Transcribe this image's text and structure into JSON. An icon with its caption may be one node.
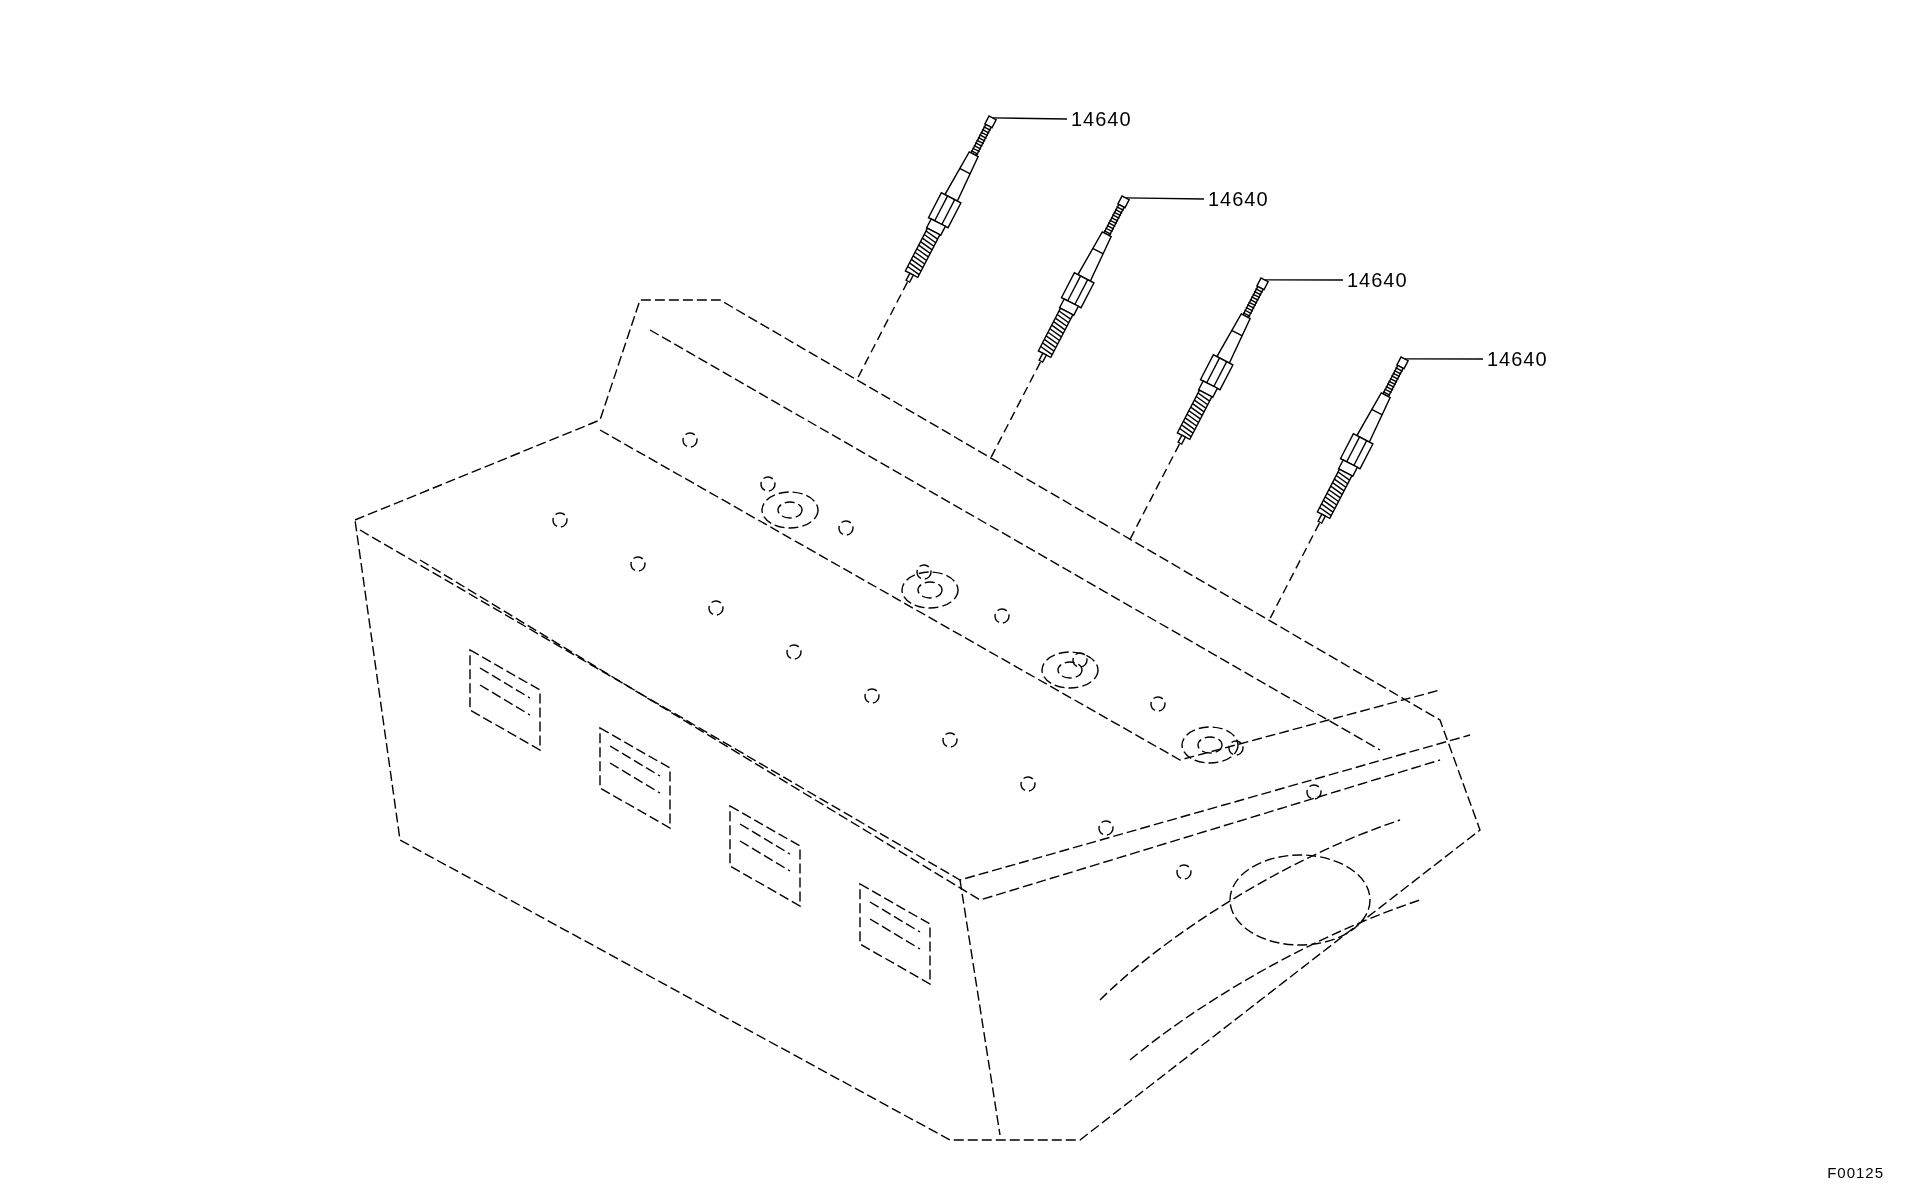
{
  "diagram": {
    "nodes": [
      {
        "text": [
          "14640"
        ]
      },
      {
        "text": [
          "14640"
        ]
      },
      {
        "text": [
          "14640"
        ]
      },
      {
        "text": [
          "14640"
        ]
      },
      {
        "text": [],
        "shape": "picture"
      },
      {
        "text": [],
        "shape": "picture"
      },
      {
        "text": [],
        "shape": "picture"
      },
      {
        "text": [],
        "shape": "picture"
      },
      {
        "text": [],
        "shape": "picture"
      }
    ],
    "edges": [
      {
        "from": 0,
        "to": 4,
        "arrow": "none"
      },
      {
        "from": 1,
        "to": 5,
        "arrow": "none"
      },
      {
        "from": 2,
        "to": 6,
        "arrow": "none"
      },
      {
        "from": 3,
        "to": 7,
        "arrow": "none"
      },
      {
        "from": 4,
        "to": 8,
        "arrow": "none",
        "style": "dashed"
      },
      {
        "from": 5,
        "to": 8,
        "arrow": "none",
        "style": "dashed"
      },
      {
        "from": 6,
        "to": 8,
        "arrow": "none",
        "style": "dashed"
      },
      {
        "from": 7,
        "to": 8,
        "arrow": "none",
        "style": "dashed"
      }
    ],
    "labels": [
      "F00125"
    ]
  }
}
